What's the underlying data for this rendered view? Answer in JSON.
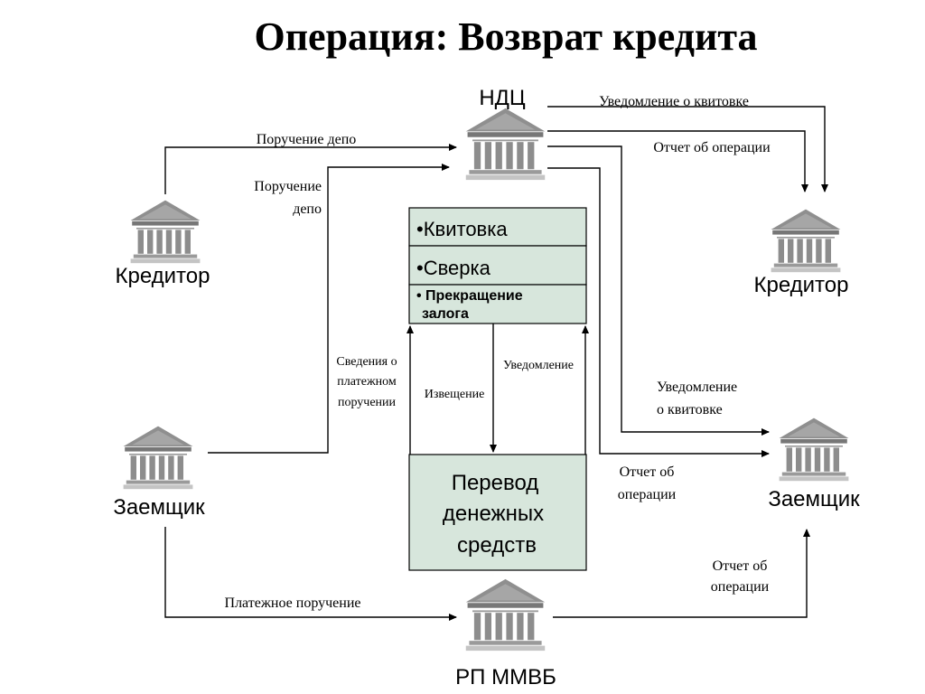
{
  "title": "Операция: Возврат кредита",
  "nodes": {
    "ndc": "НДЦ",
    "creditor_left": "Кредитор",
    "creditor_right": "Кредитор",
    "borrower_left": "Заемщик",
    "borrower_right": "Заемщик",
    "rp_mmvb": "РП ММВБ"
  },
  "process_box": {
    "item1": "•Квитовка",
    "item2": "•Сверка",
    "item3_bullet": "•",
    "item3_line1": "Прекращение",
    "item3_line2": "залога",
    "fill_color": "#d7e6dc"
  },
  "transfer_box": {
    "line1": "Перевод",
    "line2": "денежных",
    "line3": "средств"
  },
  "labels": {
    "poruchenie_depo_top": "Поручение депо",
    "poruchenie_depo_2_line1": "Поручение",
    "poruchenie_depo_2_line2": "депо",
    "uvedomlenie_kvitovke_top": "Уведомление о квитовке",
    "otchet_ob_operacii_top": "Отчет об операции",
    "svedenia_line1": "Сведения о",
    "svedenia_line2": "платежном",
    "svedenia_line3": "поручении",
    "izveschenie": "Извещение",
    "uvedomlenie": "Уведомление",
    "uvedomlenie_kvitovke_mid_line1": "Уведомление",
    "uvedomlenie_kvitovke_mid_line2": "о квитовке",
    "otchet_mid_line1": "Отчет об",
    "otchet_mid_line2": "операции",
    "otchet_bottom_line1": "Отчет об",
    "otchet_bottom_line2": "операции",
    "platezhnoe_poruchenie": "Платежное поручение"
  },
  "icons": {
    "building": "bank-building-icon"
  }
}
